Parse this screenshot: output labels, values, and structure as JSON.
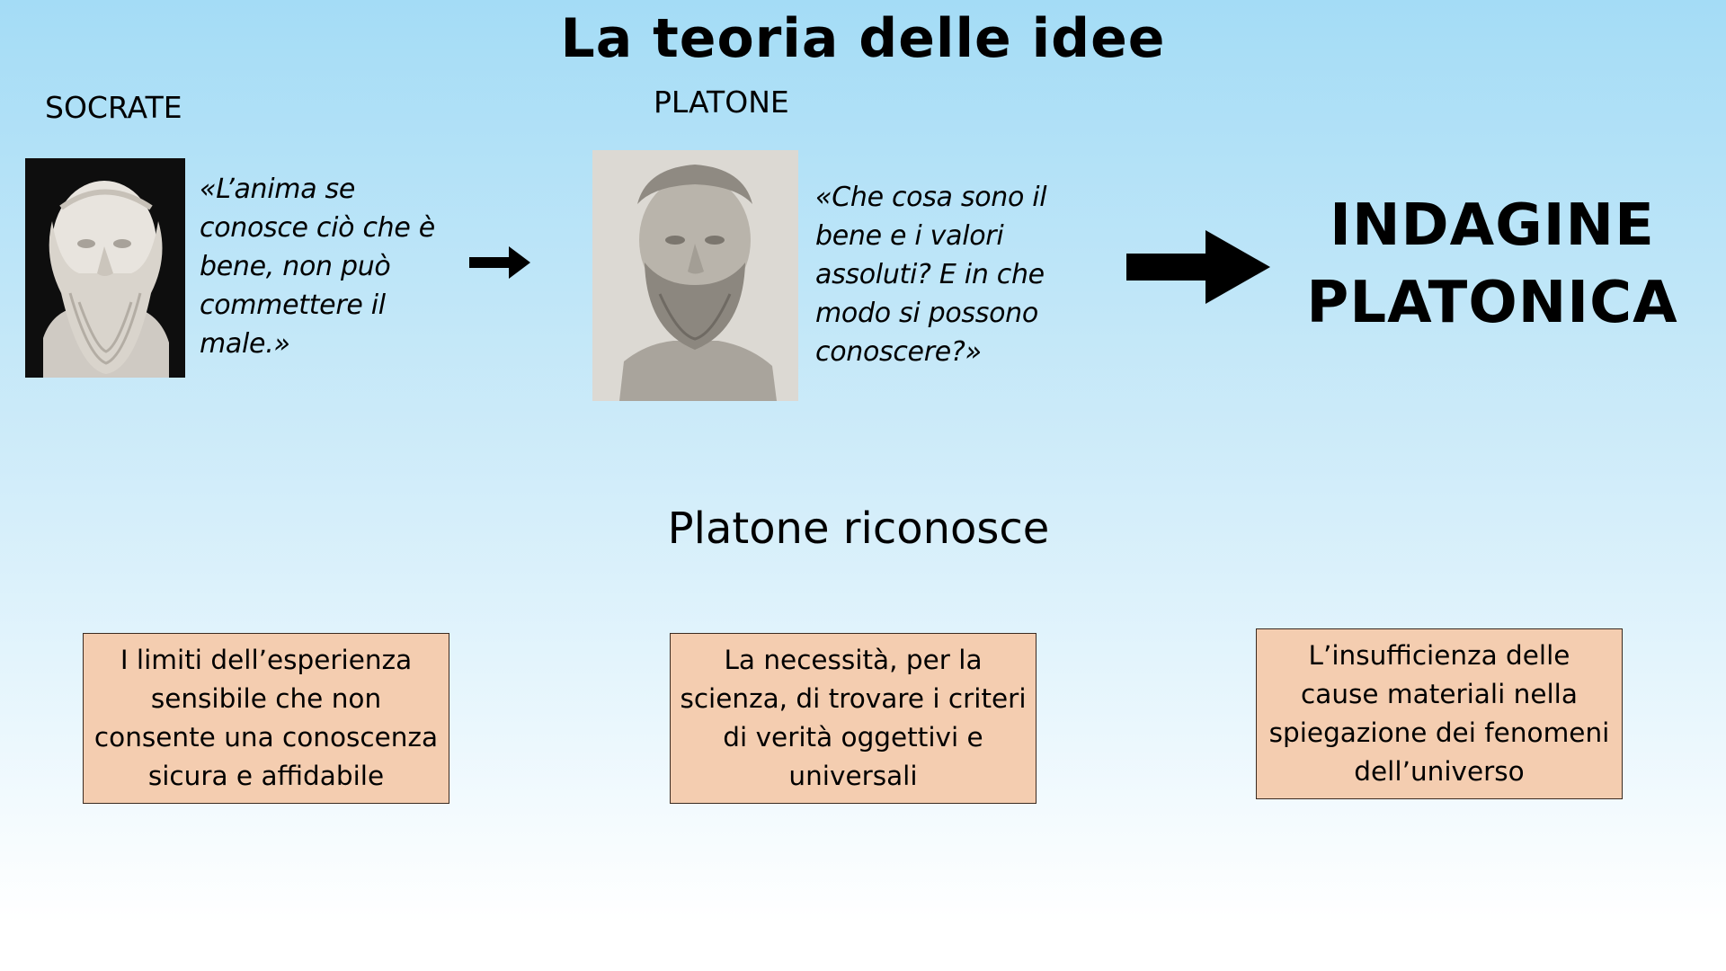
{
  "title": "La teoria delle idee",
  "socrate": {
    "label": "SOCRATE",
    "quote": "«L’anima se conosce ciò che è bene, non può commettere il male.»"
  },
  "platone": {
    "label": "PLATONE",
    "quote": "«Che cosa sono il bene e i valori assoluti? E in che modo si possono conoscere?»"
  },
  "conclusion": {
    "line1": "INDAGINE",
    "line2": "PLATONICA"
  },
  "subtitle": "Platone riconosce",
  "boxes": [
    {
      "text": "I limiti dell’esperienza sensibile che non consente una conoscenza sicura e affidabile"
    },
    {
      "text": "La necessità, per la scienza, di trovare i criteri di verità oggettivi e universali"
    },
    {
      "text": "L’insufficienza delle cause materiali nella spiegazione dei fenomeni dell’universo"
    }
  ],
  "colors": {
    "background_top": "#a4dcf6",
    "box_fill": "#f4cdb0",
    "box_border": "#3a2a20",
    "text": "#000000"
  },
  "icons": [
    "socrates-bust-image",
    "plato-bust-image",
    "right-arrow-icon"
  ]
}
